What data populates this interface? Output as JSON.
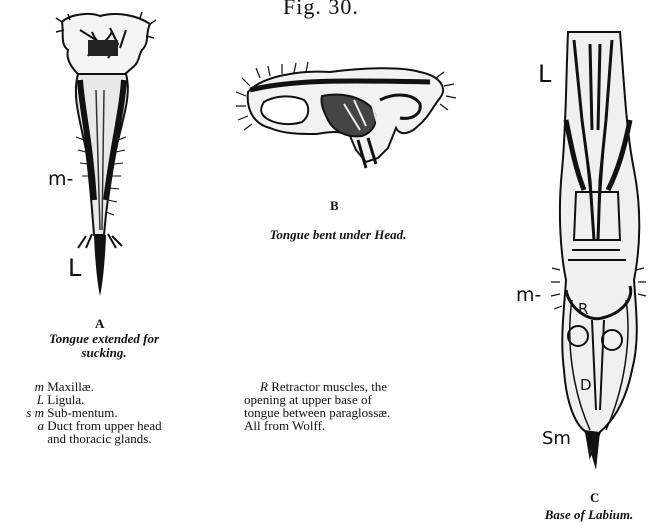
{
  "figure_title": "Fig. 30.",
  "panels": {
    "a": {
      "letter": "A",
      "caption_line1": "Tongue extended for",
      "caption_line2": "sucking.",
      "label_m": "m-",
      "label_l": "L"
    },
    "b": {
      "letter": "B",
      "caption": "Tongue bent under Head."
    },
    "c": {
      "letter": "C",
      "caption": "Base of Labium.",
      "label_l": "L",
      "label_m": "m-",
      "label_r": "R",
      "label_d": "D",
      "label_sm": "Sm"
    }
  },
  "legend_left": [
    {
      "sym": "m",
      "text": "Maxillæ."
    },
    {
      "sym": "L",
      "text": "Ligula."
    },
    {
      "sym": "s m",
      "text": "Sub-mentum."
    },
    {
      "sym": "a",
      "text": "Duct from upper head"
    },
    {
      "sym": "",
      "text": "and thoracic glands."
    }
  ],
  "legend_right": {
    "sym": "R",
    "line1": " Retractor muscles, the",
    "line2": "opening at upper base of",
    "line3": "tongue between paraglossæ.",
    "line4": "All from Wolff."
  }
}
